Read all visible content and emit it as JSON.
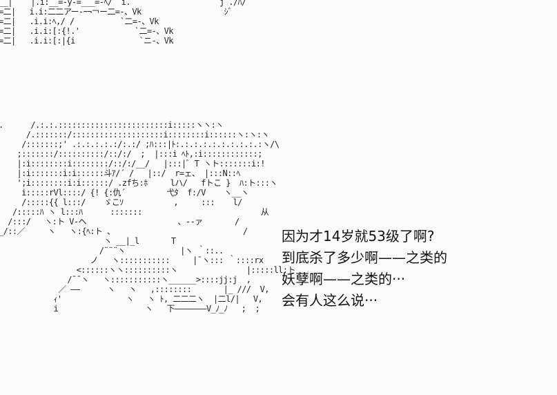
{
  "ascii_art": {
    "top_left": "__|    |.i:__=-y-=___=-ﾍ/  i.\n=二|   i.i:二二アー-ｰ¬￢ー二=-、Vk\n=二|   .i.i:ﾍ,/ /          `二=-、Vk\n=二|   .i.i:[:{!.'            `二=-、Vk\n=二|   .i.i:[:|{i              `ニ-、Vk",
    "top_right": "j ./ﾊ/\n ｼﾞ",
    "figure": ".      /.:.:.::::::::::::::::::::::::i:::::ヽヽ:ヽ\n      /.:::::::/::::::::::::::::::::i::::::::i::::::ヽ:ヽ:ヽ\n     /:::::::;' .:.:.:.:.:/:.:/ ;ﾊ:::|ﾄ:.:.:.:.:.:.:.:.:.:ヽ/\\\n    ;:::::::/::::::::::/::/:/  ;  |:::i ﾍﾄ,:i::::::::::::;\n    |:i::::::::i::::::::/::/:/__/   |:::|ﾞ T ヽト:::::::i:!\n    |:i:::::::i:i::::::斗ｱ/´ /   |::/  r=ェ、 |:::N::ﾍ\n    ';i::::::::i:i::::::/ .zfち:ﾎ     lハ/   fトこ }  ﾊ:ト:::ヽ\n     i:::::rVl::::/ {! {:仇´         弋ﾀ  f:/V    ヽ__ヽ\n     /:::::{{ l:::/    ゞこｿ           ,     :::    l/\n   /:::::ﾊ ヽ l:::ﾊ      :::::::                          从\n  /:::/   ヽ:ト V-ヘ                    、-‐ァ       /\n_/::／     ヽ   ヽ:{ﾍ:ト 、                            /\n                       ヽ __|_l       T\n                      /¨¨¨ヽ            |ヽ ｀::..\n                    ノ   ヽ:::::::::::     |¯ヽ::: ｀::::rx\n                 <::::::ヽヽ::::::::::ヽ               |:::::ll:ト\n               /¯¯ヽ   ヽ:::::::::::ヽ______>::::jj:j  ,\n             ／ ——      ヽ   ヽ   ,::::::::       |_ ///  V,\n            ｨ'              ヽ   ヽ ﾄ, 二二二ヽ  |二l/|   V,\n            i                   ヽ   下———————V_ﾉ_ﾉ   ;  ;"
  },
  "dialogue": {
    "line1": "因为才14岁就53级了啊?",
    "line2": "到底杀了多少啊——之类的",
    "line3": "妖孽啊——之类的···",
    "line4": "会有人这么说···"
  }
}
